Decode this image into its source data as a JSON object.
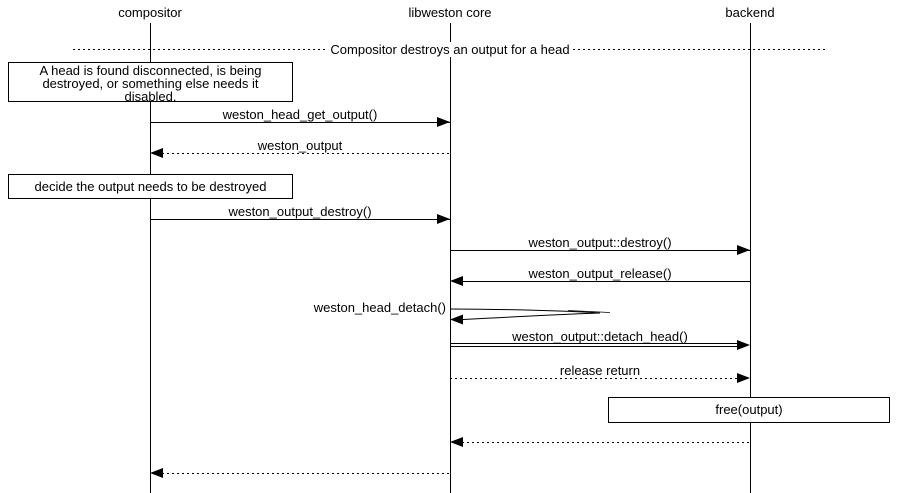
{
  "actors": [
    {
      "label": "compositor"
    },
    {
      "label": "libweston core"
    },
    {
      "label": "backend"
    }
  ],
  "divider": {
    "label": "Compositor destroys an output for a head"
  },
  "notes": {
    "head_disconnected": {
      "lines": [
        "A head is found disconnected, is being",
        "destroyed, or something else needs it",
        "disabled."
      ]
    },
    "decide_destroy": {
      "label": "decide the output needs to be destroyed"
    },
    "free_output": {
      "label": "free(output)"
    }
  },
  "messages": {
    "head_get_output": "weston_head_get_output()",
    "weston_output_return": "weston_output",
    "output_destroy": "weston_output_destroy()",
    "output_destroy_vfunc": "weston_output::destroy()",
    "output_release": "weston_output_release()",
    "head_detach": "weston_head_detach()",
    "detach_head_vfunc": "weston_output::detach_head()",
    "release_return": "release return"
  },
  "colors": {
    "line": "#000000",
    "background": "#ffffff"
  }
}
